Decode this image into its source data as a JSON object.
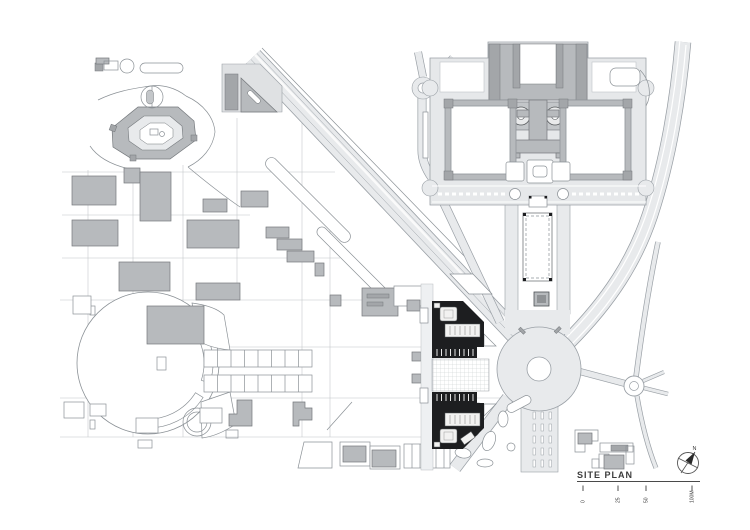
{
  "title_block": {
    "title": "SITE PLAN",
    "scale_bar": {
      "tick_labels": [
        "0",
        "25",
        "50",
        "100M"
      ]
    },
    "compass": {
      "north_label": "N"
    }
  },
  "palette": {
    "background": "#ffffff",
    "road_fill": "#e8eaec",
    "road_edge": "#9aa0a6",
    "building_fill": "#b7babd",
    "building_stroke": "#74787c",
    "outline_stroke": "#8b9196",
    "project_building_black": "#1d1e20",
    "text": "#3c3c3c"
  }
}
